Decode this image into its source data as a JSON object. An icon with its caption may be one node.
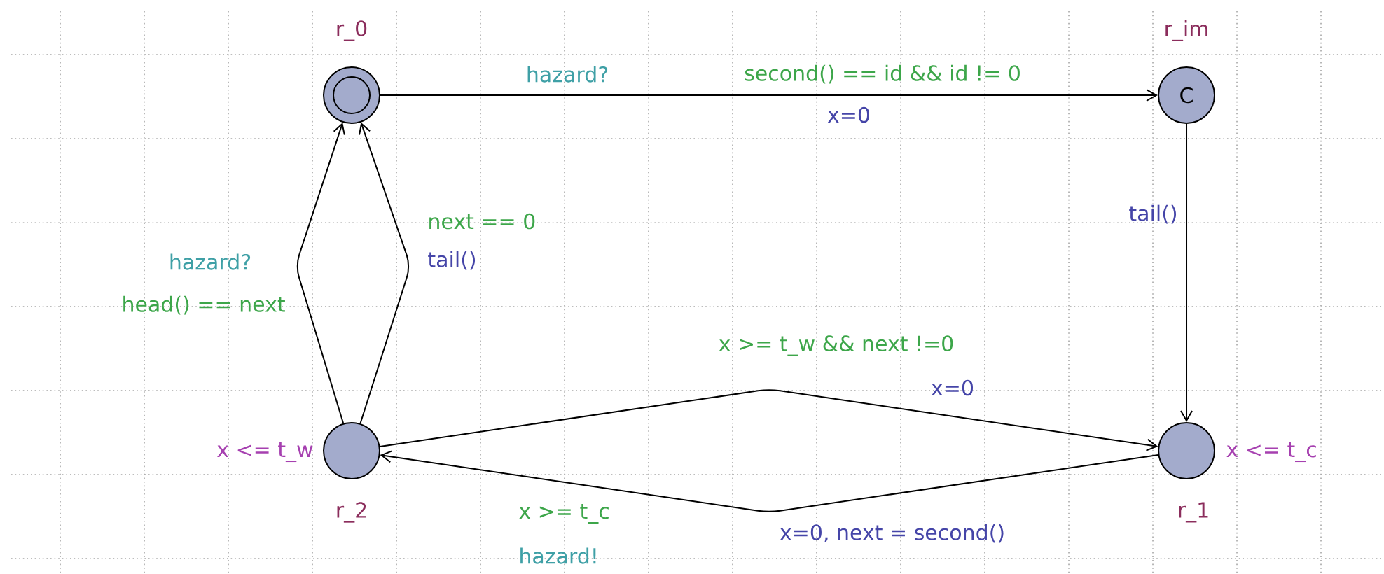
{
  "diagram": {
    "nodes": [
      {
        "text": [
          "r_0"
        ]
      },
      {
        "text": [
          "r_im",
          "C"
        ]
      },
      {
        "text": [
          "r_2"
        ],
        "beside": [
          "x <= t_w"
        ]
      },
      {
        "text": [
          "r_1"
        ],
        "beside": [
          "x <= t_c"
        ]
      }
    ],
    "edges": [
      {
        "from": 0,
        "to": 1,
        "arrow": "to",
        "label": "second() == id && id != 0"
      },
      {
        "from": 1,
        "to": 3,
        "arrow": "to",
        "label": "tail()"
      },
      {
        "from": 2,
        "to": 0,
        "arrow": "to",
        "label": "head() == next"
      },
      {
        "from": 2,
        "to": 0,
        "arrow": "to",
        "label": "next == 0"
      },
      {
        "from": 2,
        "to": 3,
        "arrow": "to",
        "label": "x >= t_w && next !=0"
      },
      {
        "from": 3,
        "to": 2,
        "arrow": "to",
        "label": "x >= t_c"
      }
    ],
    "labels": [
      "hazard?",
      "x=0",
      "hazard?",
      "tail()",
      "x=0",
      "x=0, next = second()",
      "hazard!"
    ]
  }
}
